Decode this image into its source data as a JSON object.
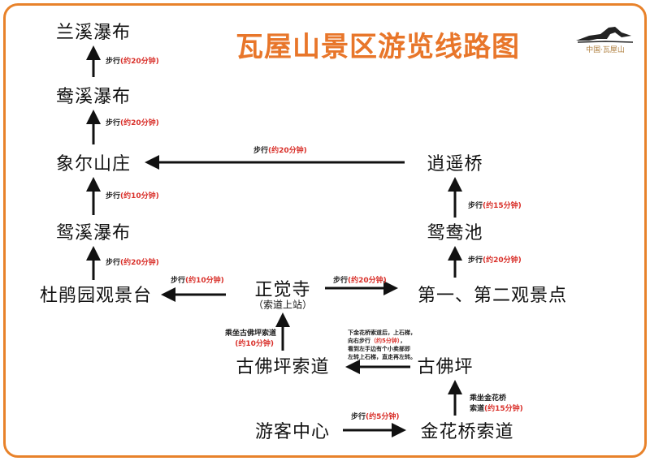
{
  "title": "瓦屋山景区游览线路图",
  "logo_text": "中国·瓦屋山",
  "colors": {
    "accent": "#e8822a",
    "red": "#d9302a"
  },
  "nodes": {
    "lanxi": "兰溪瀑布",
    "yangxi": "鸯溪瀑布",
    "xianger": "象尔山庄",
    "yuanxi": "鸳溪瀑布",
    "dujuan": "杜鹃园观景台",
    "zhengjue": "正觉寺",
    "zhengjue_sub": "（索道上站）",
    "guanjing": "第一、第二观景点",
    "yuanyang": "鸳鸯池",
    "xiaoyao": "逍遥桥",
    "gufoping_suodao": "古佛坪索道",
    "gufoping": "古佛坪",
    "youke": "游客中心",
    "jinhua": "金花桥索道"
  },
  "labels": {
    "walk": "步行",
    "yangxi_lanxi": "(约20分钟)",
    "xianger_yangxi": "(约20分钟)",
    "xiaoyao_xianger": "(约20分钟)",
    "yuanxi_xianger": "(约10分钟)",
    "dujuan_yuanxi": "(约20分钟)",
    "zhengjue_dujuan": "(约10分钟)",
    "zhengjue_guanjing": "(约20分钟)",
    "yuanyang_xiaoyao": "(约15分钟)",
    "guanjing_yuanyang": "(约20分钟)",
    "cable_gufoping": "乘坐古佛坪索道",
    "cable_gufoping_time": "(约10分钟)",
    "gufoping_note_1": "下金花桥索道后，上石梯，",
    "gufoping_note_2a": "向右步行",
    "gufoping_note_2b": "（约5分钟）",
    "gufoping_note_2c": "，",
    "gufoping_note_3": "看到左手边有个小卖部即",
    "gufoping_note_4": "左转上石梯，直走再左转。",
    "cable_jinhua_1": "乘坐金花桥",
    "cable_jinhua_2": "索道",
    "cable_jinhua_time": "(约15分钟)",
    "youke_jinhua": "(约5分钟)"
  }
}
